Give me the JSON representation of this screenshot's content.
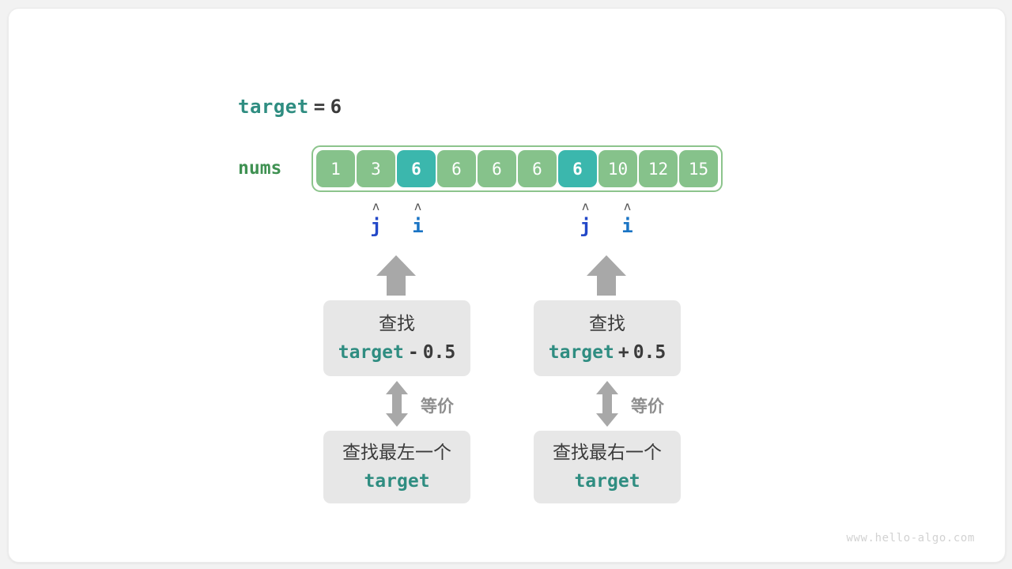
{
  "diagram": {
    "target_line": {
      "name": "target",
      "equals": "=",
      "value": "6"
    },
    "array": {
      "label": "nums",
      "cells": [
        {
          "value": "1",
          "highlight": false
        },
        {
          "value": "3",
          "highlight": false
        },
        {
          "value": "6",
          "highlight": true
        },
        {
          "value": "6",
          "highlight": false
        },
        {
          "value": "6",
          "highlight": false
        },
        {
          "value": "6",
          "highlight": false
        },
        {
          "value": "6",
          "highlight": true
        },
        {
          "value": "10",
          "highlight": false
        },
        {
          "value": "12",
          "highlight": false
        },
        {
          "value": "15",
          "highlight": false
        }
      ]
    },
    "pointers": [
      {
        "name": "j",
        "caret": "ʌ",
        "index": 1,
        "color": "#2348c8"
      },
      {
        "name": "i",
        "caret": "ʌ",
        "index": 2,
        "color": "#1a74c4"
      },
      {
        "name": "j",
        "caret": "ʌ",
        "index": 6,
        "color": "#2348c8"
      },
      {
        "name": "i",
        "caret": "ʌ",
        "index": 7,
        "color": "#1a74c4"
      }
    ],
    "branches": [
      {
        "id": "left",
        "upper_box": {
          "line1": "查找",
          "code_var": "target",
          "code_op": "-",
          "code_num": "0.5"
        },
        "equiv_label": "等价",
        "lower_box": {
          "line1": "查找最左一个",
          "code_var": "target"
        }
      },
      {
        "id": "right",
        "upper_box": {
          "line1": "查找",
          "code_var": "target",
          "code_op": "+",
          "code_num": "0.5"
        },
        "equiv_label": "等价",
        "lower_box": {
          "line1": "查找最右一个",
          "code_var": "target"
        }
      }
    ],
    "watermark": "www.hello-algo.com",
    "colors": {
      "accent_teal": "#2f8d81",
      "cell_green": "#86c28b",
      "cell_highlight": "#3bb7ad",
      "label_green": "#3f9152",
      "arrow_gray": "#a8a8a8",
      "box_gray": "#e7e7e7"
    }
  }
}
